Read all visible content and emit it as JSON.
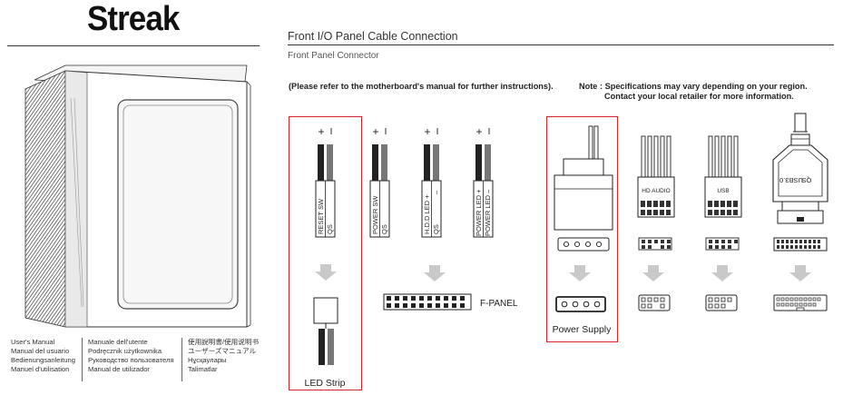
{
  "brand": "Streak",
  "title": "Front I/O Panel Cable Connection",
  "subtitle": "Front Panel Connector",
  "note_left": "(Please refer to the motherboard's manual for further instructions).",
  "note_right_line1": "Note : Specifications may vary depending on your region.",
  "note_right_line2": "Contact your local retailer for more information.",
  "manuals": {
    "col1": [
      "User's Manual",
      "Manual del usuario",
      "Bedienungsanleitung",
      "Manuel d'utilisation"
    ],
    "col2": [
      "Manuale dell'utente",
      "Podręcznik użytkownika",
      "Руководство пользователя",
      "Manual de utilizador"
    ],
    "col3": [
      "使用說明書/使用说明书",
      "ユーザーズマニュアル",
      "Нұсқаулары",
      "Talimatlar"
    ]
  },
  "connectors": {
    "polarity_plus": "+",
    "polarity_minus": "I",
    "reset": [
      "RESET SW",
      "QS"
    ],
    "power": [
      "POWER SW",
      "QS"
    ],
    "hdd": [
      "H.D.D LED +",
      "QS",
      "–"
    ],
    "pled": [
      "POWER LED +",
      "POWER LED –"
    ]
  },
  "labels": {
    "led_strip": "LED Strip",
    "f_panel": "F-PANEL",
    "power_supply": "Power Supply",
    "hd_audio": "HD AUDIO",
    "usb": "USB",
    "usb3": "USB3.0",
    "qs": "QS"
  },
  "colors": {
    "highlight": "#d8262e",
    "arrow": "#c9c9c9",
    "line": "#333333"
  }
}
